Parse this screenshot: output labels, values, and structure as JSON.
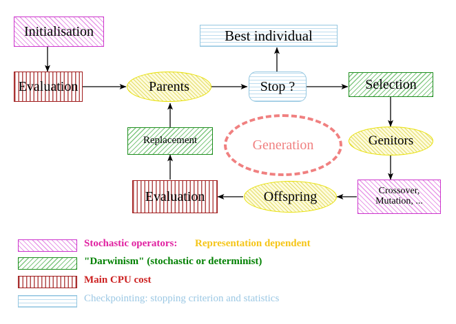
{
  "diagram": {
    "title_present": false,
    "nodes": {
      "initialisation": {
        "label": "Initialisation",
        "style": "stochastic-operators"
      },
      "evaluation_top": {
        "label": "Evaluation",
        "style": "main-cpu-cost"
      },
      "parents": {
        "label": "Parents",
        "style": "representation-dependent"
      },
      "best_individual": {
        "label": "Best individual",
        "style": "checkpointing"
      },
      "stop": {
        "label": "Stop ?",
        "style": "checkpointing"
      },
      "selection": {
        "label": "Selection",
        "style": "darwinism"
      },
      "replacement": {
        "label": "Replacement",
        "style": "darwinism"
      },
      "generation": {
        "label": "Generation",
        "style": "dashed-grouping"
      },
      "genitors": {
        "label": "Genitors",
        "style": "representation-dependent"
      },
      "evaluation_bottom": {
        "label": "Evaluation",
        "style": "main-cpu-cost"
      },
      "offspring": {
        "label": "Offspring",
        "style": "representation-dependent"
      },
      "crossover_mutation": {
        "label": "Crossover,\nMutation, ...",
        "style": "stochastic-operators"
      }
    },
    "edges": [
      {
        "from": "initialisation",
        "to": "evaluation_top"
      },
      {
        "from": "evaluation_top",
        "to": "parents"
      },
      {
        "from": "parents",
        "to": "stop"
      },
      {
        "from": "stop",
        "to": "best_individual"
      },
      {
        "from": "stop",
        "to": "selection"
      },
      {
        "from": "selection",
        "to": "genitors"
      },
      {
        "from": "genitors",
        "to": "crossover_mutation"
      },
      {
        "from": "crossover_mutation",
        "to": "offspring"
      },
      {
        "from": "offspring",
        "to": "evaluation_bottom"
      },
      {
        "from": "evaluation_bottom",
        "to": "replacement"
      },
      {
        "from": "replacement",
        "to": "parents"
      }
    ]
  },
  "legend": {
    "items": [
      {
        "swatch": "magenta-diagonal-hatch",
        "text_primary": "Stochastic operators:",
        "text_secondary": "Representation dependent",
        "color_primary": "#e020a0",
        "color_secondary": "#f5c518"
      },
      {
        "swatch": "green-diagonal-hatch",
        "text_primary": "\"Darwinism\" (stochastic or determinist)",
        "text_secondary": "",
        "color_primary": "#008000",
        "color_secondary": ""
      },
      {
        "swatch": "red-vertical-hatch",
        "text_primary": "Main CPU cost",
        "text_secondary": "",
        "color_primary": "#cc2020",
        "color_secondary": ""
      },
      {
        "swatch": "blue-horizontal-hatch",
        "text_primary": "Checkpointing: stopping criterion and statistics",
        "text_secondary": "",
        "color_primary": "#9cc8e4",
        "color_secondary": ""
      }
    ]
  },
  "colors": {
    "magenta_border": "#cc33cc",
    "green_border": "#1a8c1a",
    "red_border": "#a01a1a",
    "blue_border": "#93c6e0",
    "yellow_border": "#e8e000",
    "generation_dash": "#f08080",
    "arrow": "#000000",
    "background": "#ffffff"
  }
}
